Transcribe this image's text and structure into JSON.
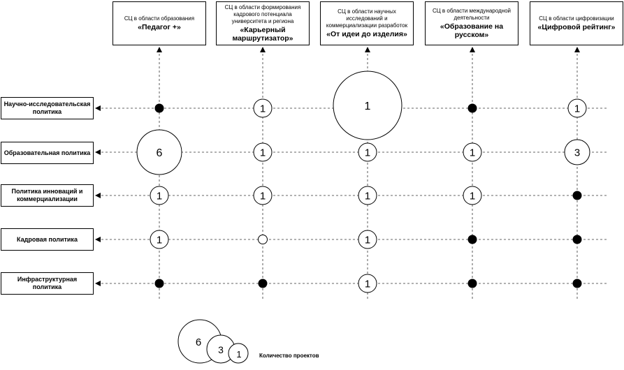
{
  "columns": [
    {
      "sub": "СЦ в области образования",
      "main": "«Педагог +»"
    },
    {
      "sub": "СЦ в области формирования кадрового потенциала университета и региона",
      "main": "«Карьерный маршрутизатор»"
    },
    {
      "sub": "СЦ в области научных исследований и коммерциализации разработок",
      "main": "«От идеи до изделия»"
    },
    {
      "sub": "СЦ в области международной деятельности",
      "main": "«Образование на русском»"
    },
    {
      "sub": "СЦ в области цифровизации",
      "main": "«Цифровой рейтинг»"
    }
  ],
  "rows": [
    {
      "label": "Научно-исследовательская политика"
    },
    {
      "label": "Образовательная политика"
    },
    {
      "label": "Политика инноваций и коммерциализации"
    },
    {
      "label": "Кадровая политика"
    },
    {
      "label": "Инфраструктурная политика"
    }
  ],
  "cells": [
    [
      "dot",
      1,
      1,
      "dot",
      1
    ],
    [
      6,
      1,
      1,
      1,
      3
    ],
    [
      1,
      1,
      1,
      1,
      "dot"
    ],
    [
      1,
      "empty",
      1,
      "dot",
      "dot"
    ],
    [
      "dot",
      "dot",
      1,
      "dot",
      "dot"
    ]
  ],
  "legend": {
    "label": "Количество проектов",
    "values": [
      "6",
      "3",
      "1"
    ]
  }
}
